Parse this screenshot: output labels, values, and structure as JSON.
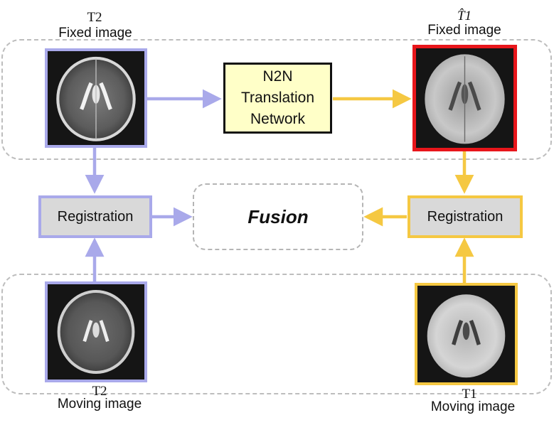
{
  "images": {
    "t2_fixed": {
      "title": "T2",
      "caption": "Fixed image"
    },
    "t1_hat_fixed": {
      "title": "T̂1",
      "caption": "Fixed image"
    },
    "t2_moving": {
      "title": "T2",
      "caption": "Moving image"
    },
    "t1_moving": {
      "title": "T1",
      "caption": "Moving image"
    }
  },
  "nodes": {
    "n2n_line1": "N2N",
    "n2n_line2": "Translation",
    "n2n_line3": "Network",
    "registration_left": "Registration",
    "registration_right": "Registration",
    "fusion": "Fusion"
  },
  "colors": {
    "blue_path": "#a9a9ea",
    "yellow_path": "#f5c842",
    "highlight_frame": "#e8161b",
    "dashed_group": "#bdbdbd"
  }
}
